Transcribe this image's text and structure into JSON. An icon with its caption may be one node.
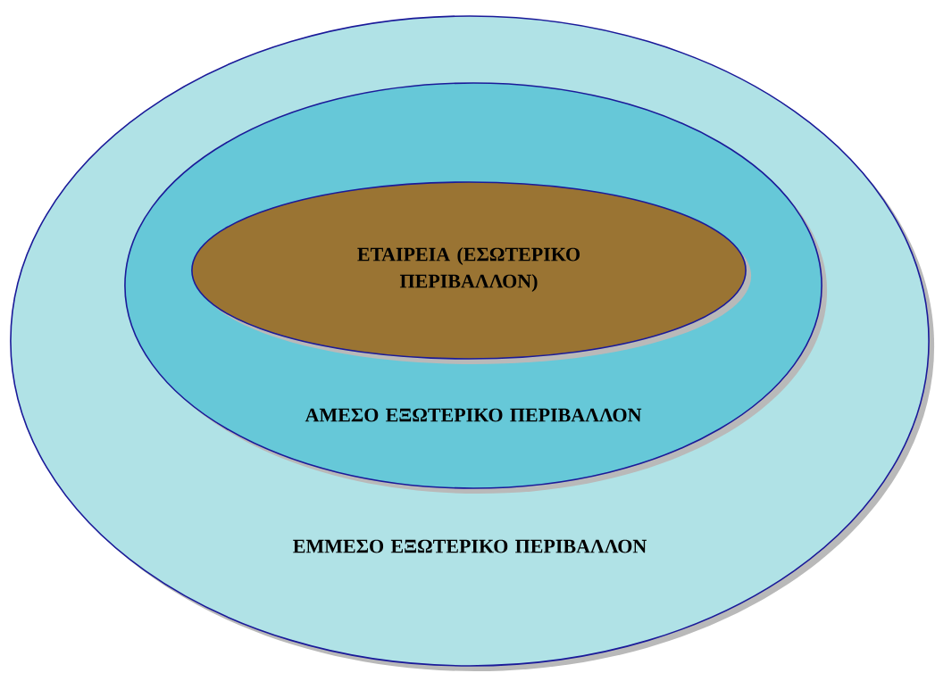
{
  "diagram": {
    "nodes": [
      {
        "text": [
          "ΕΜΜΕΣΟ ΕΞΩΤΕΡΙΚΟ ΠΕΡΙΒΑΛΛΟΝ"
        ]
      },
      {
        "text": [
          "ΑΜΕΣΟ ΕΞΩΤΕΡΙΚΟ ΠΕΡΙΒΑΛΛΟΝ"
        ],
        "in": 0
      },
      {
        "text": [
          "ΕΤΑΙΡΕΙΑ (ΕΣΩΤΕΡΙΚΟ ΠΕΡΙΒΑΛΛΟΝ)"
        ],
        "in": 1
      }
    ]
  }
}
